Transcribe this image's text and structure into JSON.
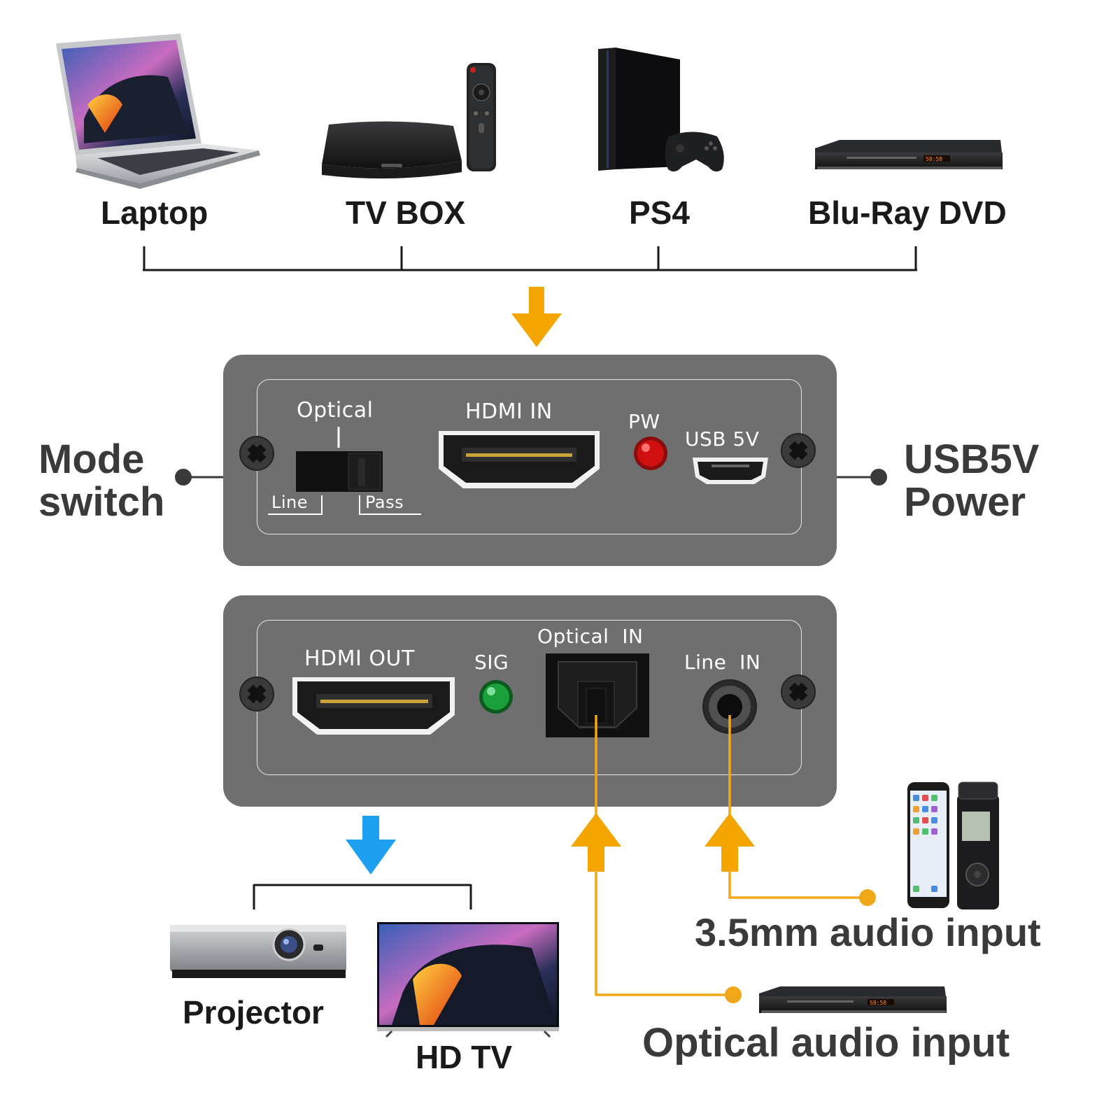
{
  "sources": {
    "laptop": "Laptop",
    "tvbox": "TV BOX",
    "ps4": "PS4",
    "bluray": "Blu-Ray DVD"
  },
  "top_panel": {
    "optical": "Optical",
    "line": "Line",
    "pass": "Pass",
    "hdmi_in": "HDMI IN",
    "pw": "PW",
    "usb5v": "USB 5V"
  },
  "bottom_panel": {
    "hdmi_out": "HDMI OUT",
    "sig": "SIG",
    "optical_in": "Optical  IN",
    "line_in": "Line  IN"
  },
  "callouts": {
    "mode_switch_line1": "Mode",
    "mode_switch_line2": "switch",
    "usb_power_line1": "USB5V",
    "usb_power_line2": "Power",
    "audio_35mm": "3.5mm audio input",
    "optical_audio": "Optical audio input"
  },
  "outputs": {
    "projector": "Projector",
    "hdtv": "HD TV"
  },
  "colors": {
    "panel": "#6f6f6f",
    "arrow_orange": "#f5a500",
    "arrow_blue": "#1ea0f0",
    "led_red": "#d01010",
    "led_green": "#1aa03a",
    "connector_orange": "#f0a818"
  },
  "icons": [
    "laptop-icon",
    "tv-box-icon",
    "remote-icon",
    "ps4-console-icon",
    "gamepad-icon",
    "bluray-player-icon",
    "phone-icon",
    "voice-recorder-icon",
    "projector-icon",
    "tv-icon"
  ]
}
